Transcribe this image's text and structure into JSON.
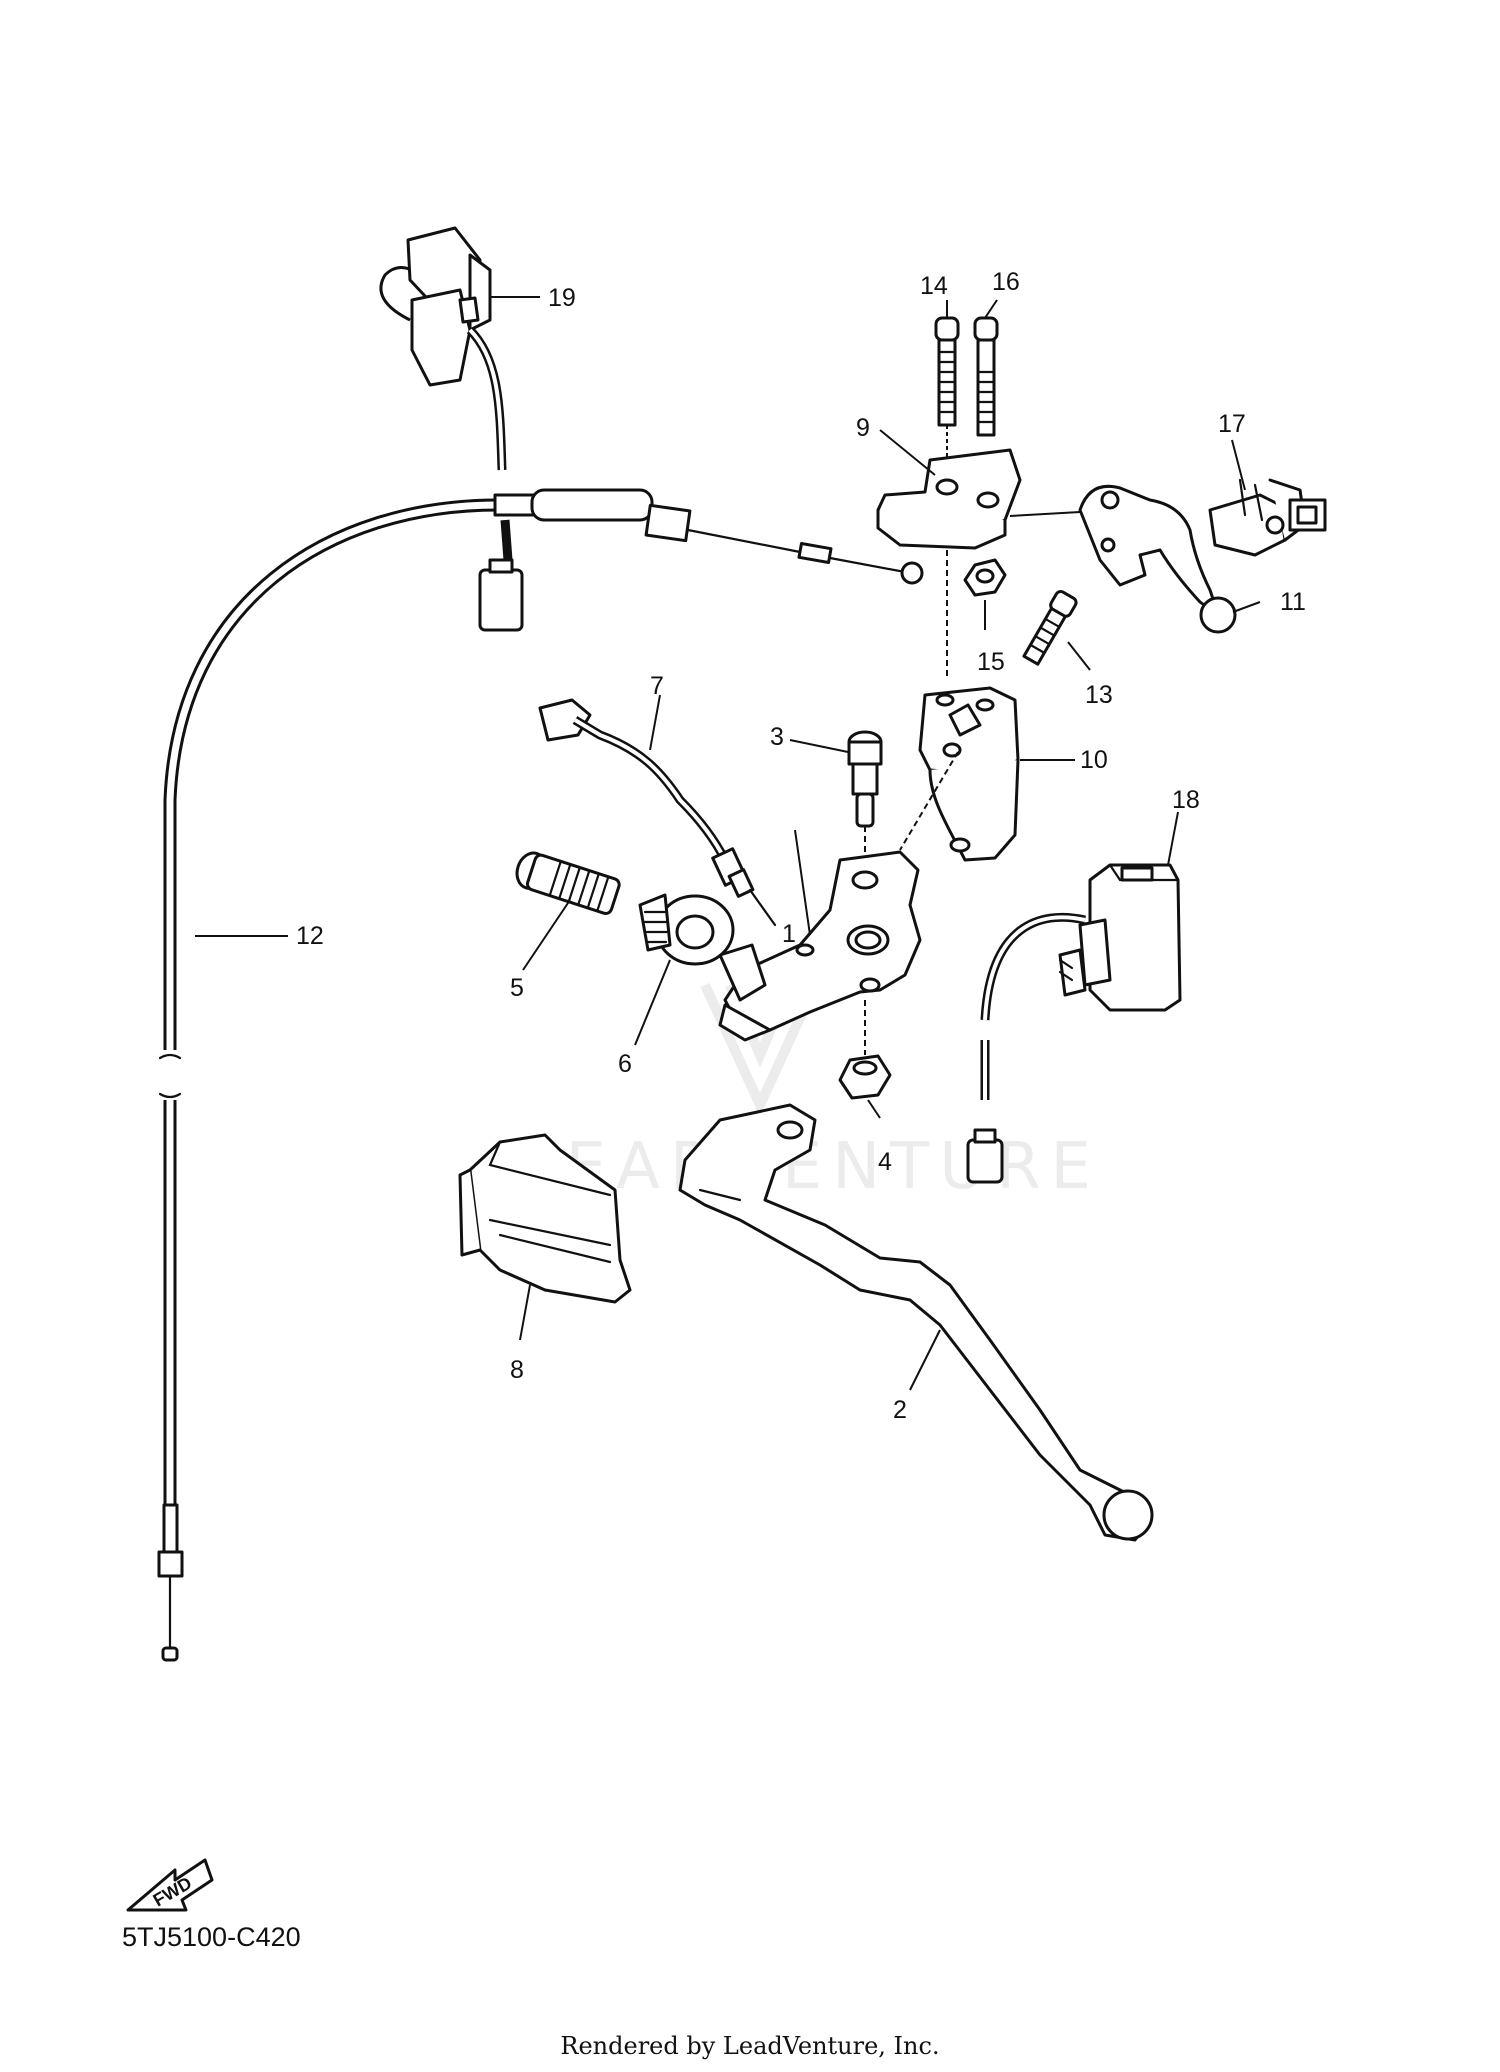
{
  "parts": [
    {
      "label": "1"
    },
    {
      "label": "2"
    },
    {
      "label": "3"
    },
    {
      "label": "4"
    },
    {
      "label": "5"
    },
    {
      "label": "6"
    },
    {
      "label": "7"
    },
    {
      "label": "8"
    },
    {
      "label": "9"
    },
    {
      "label": "10"
    },
    {
      "label": "11"
    },
    {
      "label": "12"
    },
    {
      "label": "13"
    },
    {
      "label": "14"
    },
    {
      "label": "15"
    },
    {
      "label": "16"
    },
    {
      "label": "17"
    },
    {
      "label": "18"
    },
    {
      "label": "19"
    }
  ],
  "direction_badge": "FWD",
  "diagram_code": "5TJ5100-C420",
  "watermark": "LEADVENTURE",
  "footer": "Rendered by LeadVenture, Inc."
}
